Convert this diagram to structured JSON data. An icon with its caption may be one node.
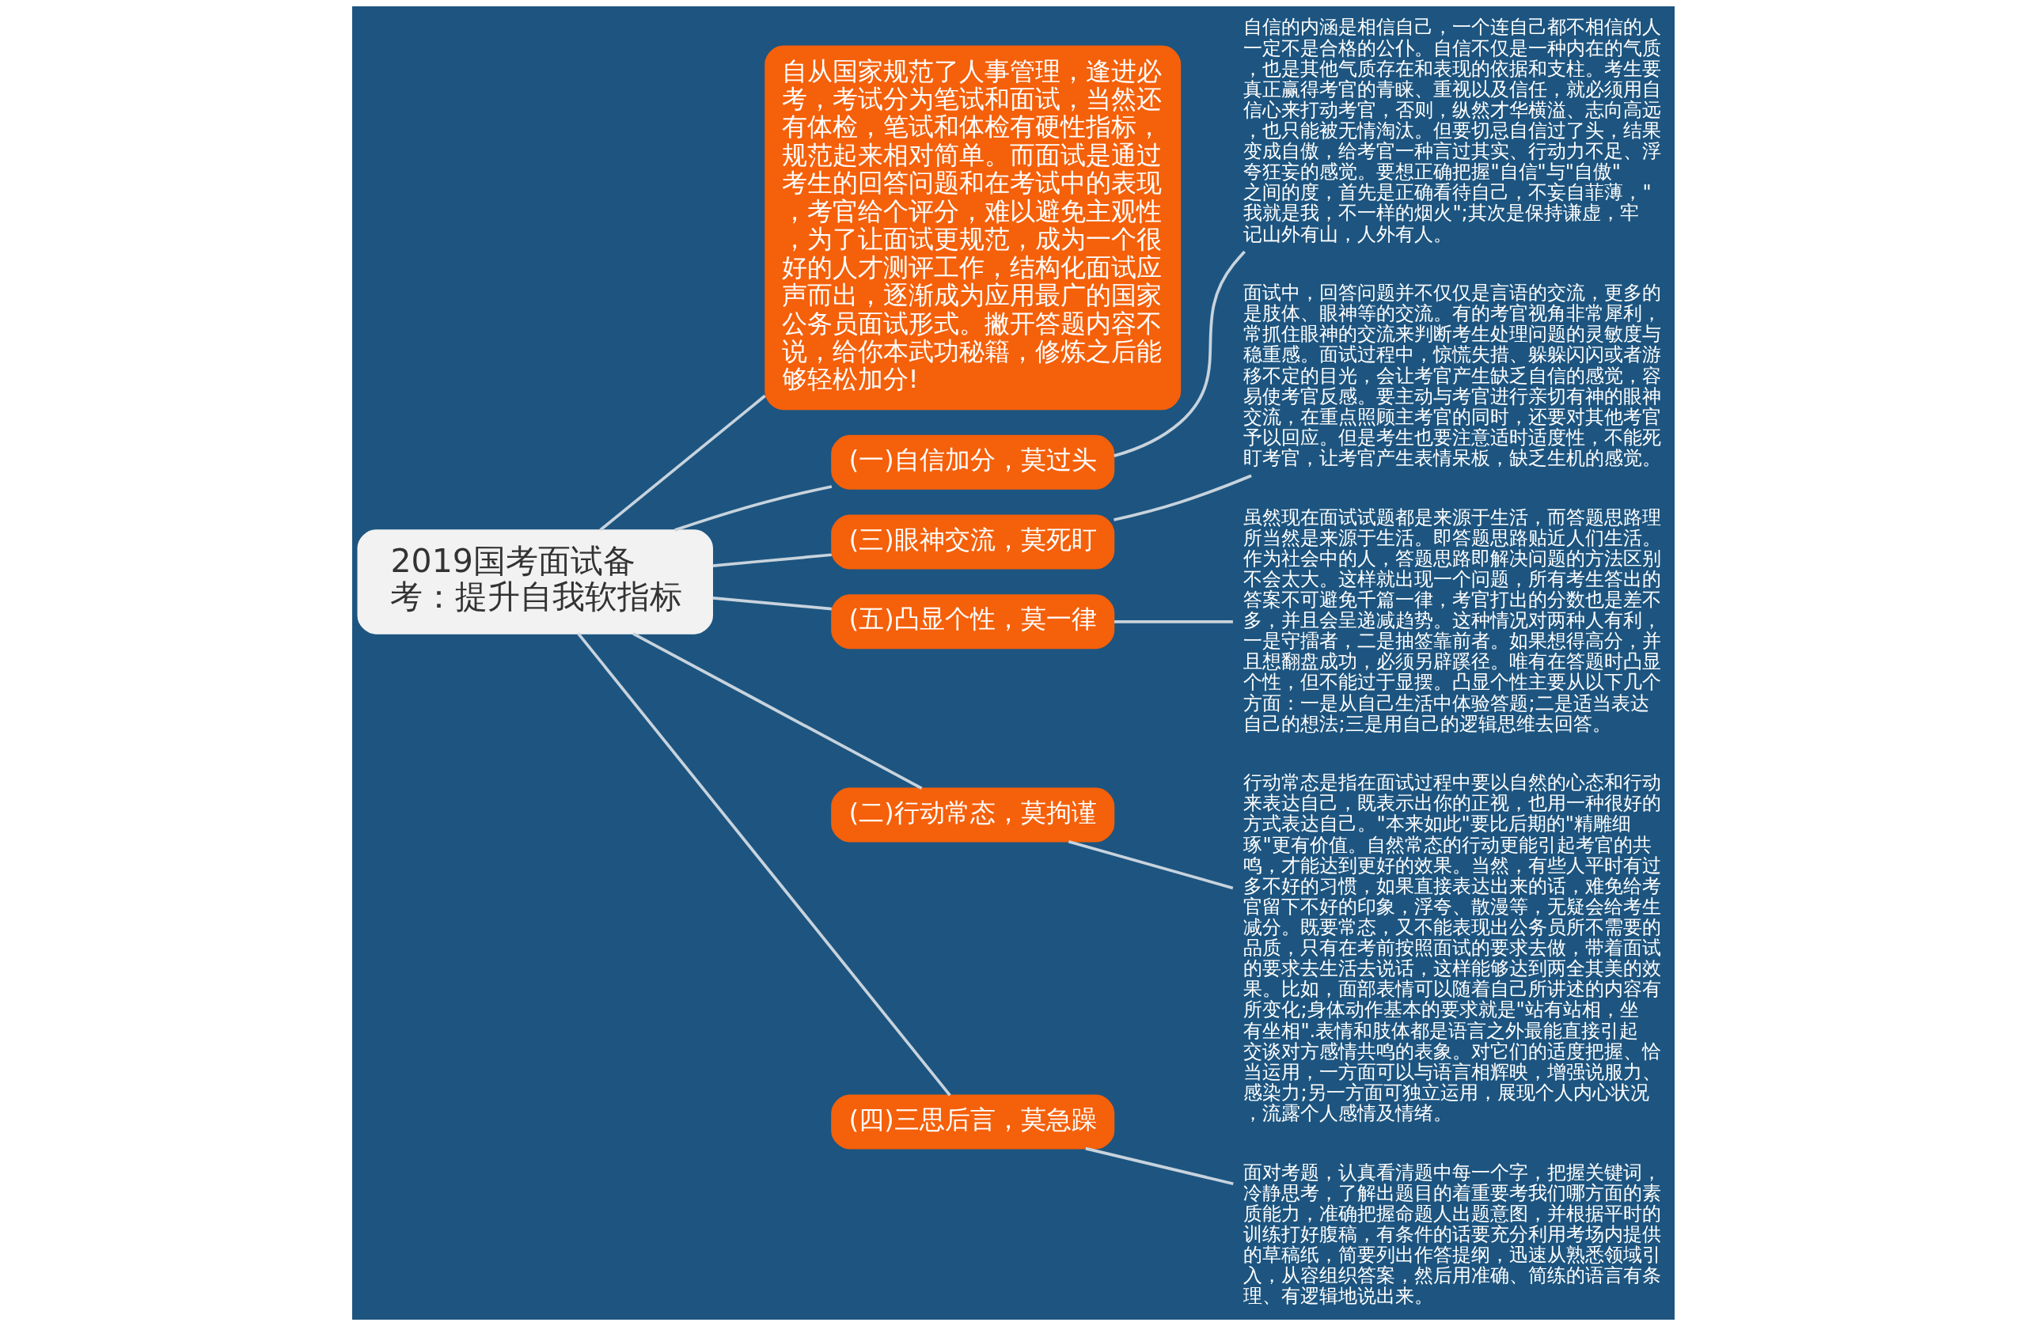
{
  "diagram": {
    "nodes": [
      {
        "text": [
          "2019国考面试备考：提升自我软指标"
        ]
      },
      {
        "text": [
          "自从国家规范了人事管理，逢进必考，考试分为笔试和面试，当然还有体检，笔试和体检有硬性指标，规范起来相对简单。而面试是通过考生的回答问题和在考试中的表现，考官给个评分，难以避免主观性，为了让面试更规范，成为一个很好的人才测评工作，结构化面试应声而出，逐渐成为应用最广的国家公务员面试形式。撇开答题内容不说，给你本武功秘籍，修炼之后能够轻松加分!"
        ]
      },
      {
        "text": [
          "(一)自信加分，莫过头"
        ]
      },
      {
        "text": [
          "自信的内涵是相信自己，一个连自己都不相信的人一定不是合格的公仆。自信不仅是一种内在的气质，也是其他气质存在和表现的依据和支柱。考生要真正赢得考官的青睐、重视以及信任，就必须用自信心来打动考官，否则，纵然才华横溢、志向高远，也只能被无情淘汰。但要切忌自信过了头，结果变成自傲，给考官一种言过其实、行动力不足、浮夸狂妄的感觉。要想正确把握\"自信\"与\"自傲\"之间的度，首先是正确看待自己，不妄自菲薄，\"我就是我，不一样的烟火\";其次是保持谦虚，牢记山外有山，人外有人。"
        ]
      },
      {
        "text": [
          "(三)眼神交流，莫死盯"
        ]
      },
      {
        "text": [
          "面试中，回答问题并不仅仅是言语的交流，更多的是肢体、眼神等的交流。有的考官视角非常犀利，常抓住眼神的交流来判断考生处理问题的灵敏度与稳重感。面试过程中，惊慌失措、躲躲闪闪或者游移不定的目光，会让考官产生缺乏自信的感觉，容易使考官反感。要主动与考官进行亲切有神的眼神交流，在重点照顾主考官的同时，还要对其他考官予以回应。但是考生也要注意适时适度性，不能死盯考官，让考官产生表情呆板，缺乏生机的感觉。"
        ]
      },
      {
        "text": [
          "(五)凸显个性，莫一律"
        ]
      },
      {
        "text": [
          "虽然现在面试试题都是来源于生活，而答题思路理所当然是来源于生活。即答题思路贴近人们生活。作为社会中的人，答题思路即解决问题的方法区别不会太大。这样就出现一个问题，所有考生答出的答案不可避免千篇一律，考官打出的分数也是差不多，并且会呈递减趋势。这种情况对两种人有利，一是守擂者，二是抽签靠前者。如果想得高分，并且想翻盘成功，必须另辟蹊径。唯有在答题时凸显个性，但不能过于显摆。凸显个性主要从以下几个方面：一是从自己生活中体验答题;二是适当表达自己的想法;三是用自己的逻辑思维去回答。"
        ]
      },
      {
        "text": [
          "(二)行动常态，莫拘谨"
        ]
      },
      {
        "text": [
          "行动常态是指在面试过程中要以自然的心态和行动来表达自己，既表示出你的正视，也用一种很好的方式表达自己。\"本来如此\"要比后期的\"精雕细琢\"更有价值。自然常态的行动更能引起考官的共鸣，才能达到更好的效果。当然，有些人平时有过多不好的习惯，如果直接表达出来的话，难免给考官留下不好的印象，浮夸、散漫等，无疑会给考生减分。既要常态，又不能表现出公务员所不需要的品质，只有在考前按照面试的要求去做，带着面试的要求去生活去说话，这样能够达到两全其美的效果。比如，面部表情可以随着自己所讲述的内容有所变化;身体动作基本的要求就是\"站有站相，坐有坐相\".表情和肢体都是语言之外最能直接引起交谈对方感情共鸣的表象。对它们的适度把握、恰当运用，一方面可以与语言相辉映，增强说服力、感染力;另一方面可独立运用，展现个人内心状况，流露个人感情及情绪。"
        ]
      },
      {
        "text": [
          "(四)三思后言，莫急躁"
        ]
      },
      {
        "text": [
          "面对考题，认真看清题中每一个字，把握关键词，冷静思考，了解出题目的着重要考我们哪方面的素质能力，准确把握命题人出题意图，并根据平时的训练打好腹稿，有条件的话要充分利用考场内提供的草稿纸，简要列出作答提纲，迅速从熟悉领域引入，从容组织答案，然后用准确、简练的语言有条理、有逻辑地说出来。"
        ]
      }
    ],
    "edges": [
      {
        "from": 0,
        "to": 1,
        "arrow": "none"
      },
      {
        "from": 0,
        "to": 2,
        "arrow": "none"
      },
      {
        "from": 2,
        "to": 3,
        "arrow": "none"
      },
      {
        "from": 0,
        "to": 4,
        "arrow": "none"
      },
      {
        "from": 4,
        "to": 5,
        "arrow": "none"
      },
      {
        "from": 0,
        "to": 6,
        "arrow": "none"
      },
      {
        "from": 6,
        "to": 7,
        "arrow": "none"
      },
      {
        "from": 0,
        "to": 8,
        "arrow": "none"
      },
      {
        "from": 8,
        "to": 9,
        "arrow": "none"
      },
      {
        "from": 0,
        "to": 10,
        "arrow": "none"
      },
      {
        "from": 10,
        "to": 11,
        "arrow": "none"
      }
    ]
  }
}
